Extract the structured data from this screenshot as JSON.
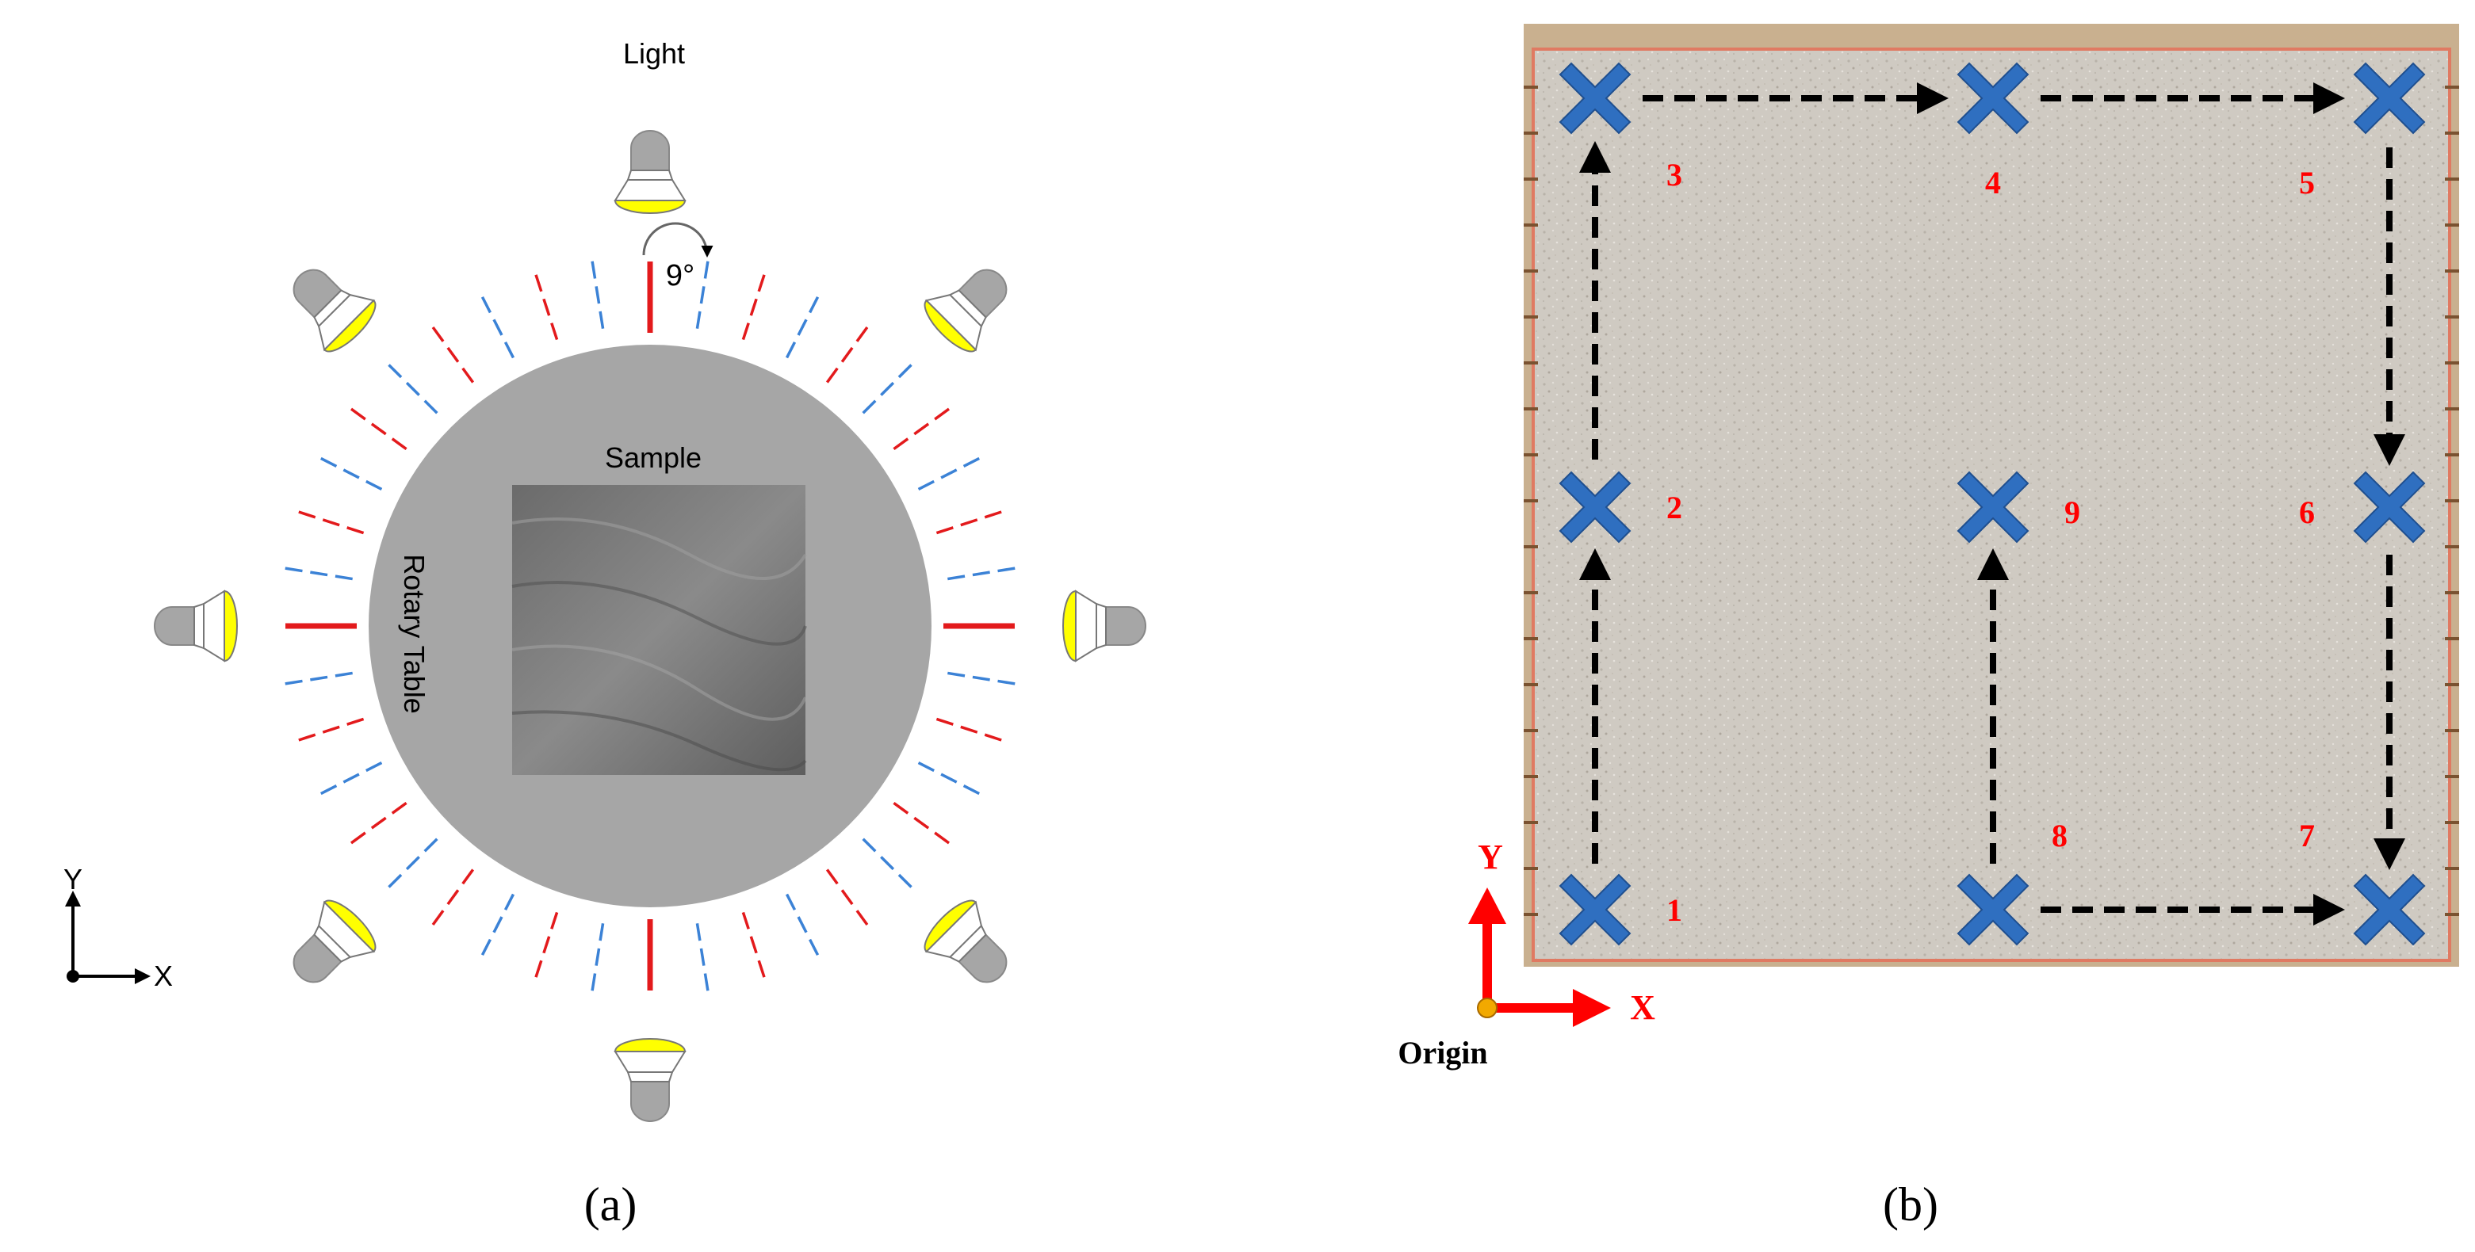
{
  "panel_a": {
    "light_label": "Light",
    "angle_label": "9°",
    "sample_label": "Sample",
    "table_label": "Rotary Table",
    "axis_y": "Y",
    "axis_x": "X",
    "caption": "(a)",
    "colors": {
      "table": "#a6a6a6",
      "red_tick": "#e31a1c",
      "blue_tick": "#3b82d6",
      "lamp_yellow": "#ffff00",
      "lamp_gray": "#a6a6a6"
    },
    "light_count": 8,
    "tick_step_degrees": 9
  },
  "panel_b": {
    "points": [
      {
        "label": "1"
      },
      {
        "label": "2"
      },
      {
        "label": "3"
      },
      {
        "label": "4"
      },
      {
        "label": "5"
      },
      {
        "label": "6"
      },
      {
        "label": "7"
      },
      {
        "label": "8"
      },
      {
        "label": "9"
      }
    ],
    "axis_y": "Y",
    "axis_x": "X",
    "origin_label": "Origin",
    "caption": "(b)",
    "colors": {
      "marker": "#2f6fc0",
      "label": "#ff0000",
      "axis_arrow": "#ff0000",
      "origin_dot": "#f2a900",
      "frame": "#d9a07a"
    }
  }
}
